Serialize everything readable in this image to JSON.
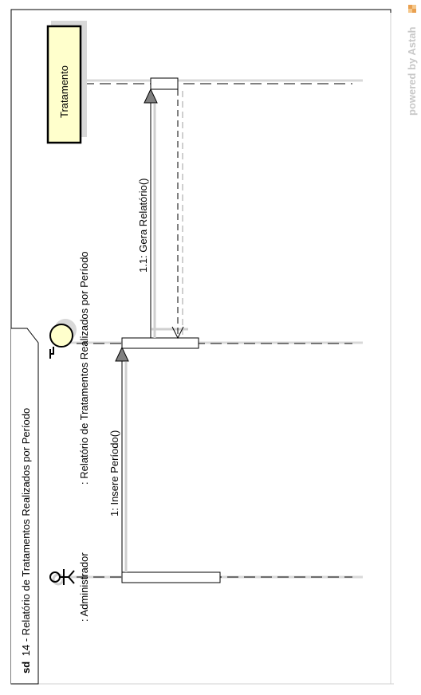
{
  "frame": {
    "keyword": "sd",
    "title": "14 - Relatório de Tratamentos Realizados por Período"
  },
  "lifelines": [
    {
      "label": ": Administrador",
      "kind": "actor",
      "icon": "actor-icon"
    },
    {
      "label": ": Relatório de Tratamentos Realizados por Período",
      "kind": "boundary",
      "icon": "boundary-icon"
    },
    {
      "label": "Tratamento",
      "kind": "class"
    }
  ],
  "messages": [
    {
      "label": "1: Insere Período()"
    },
    {
      "label": "1.1: Gera Relatório()"
    }
  ],
  "watermark": "powered by Astah",
  "colors": {
    "object_fill": "#ffffcc",
    "line": "#000000",
    "shadow": "#cccccc",
    "arrow_head": "#808080"
  }
}
